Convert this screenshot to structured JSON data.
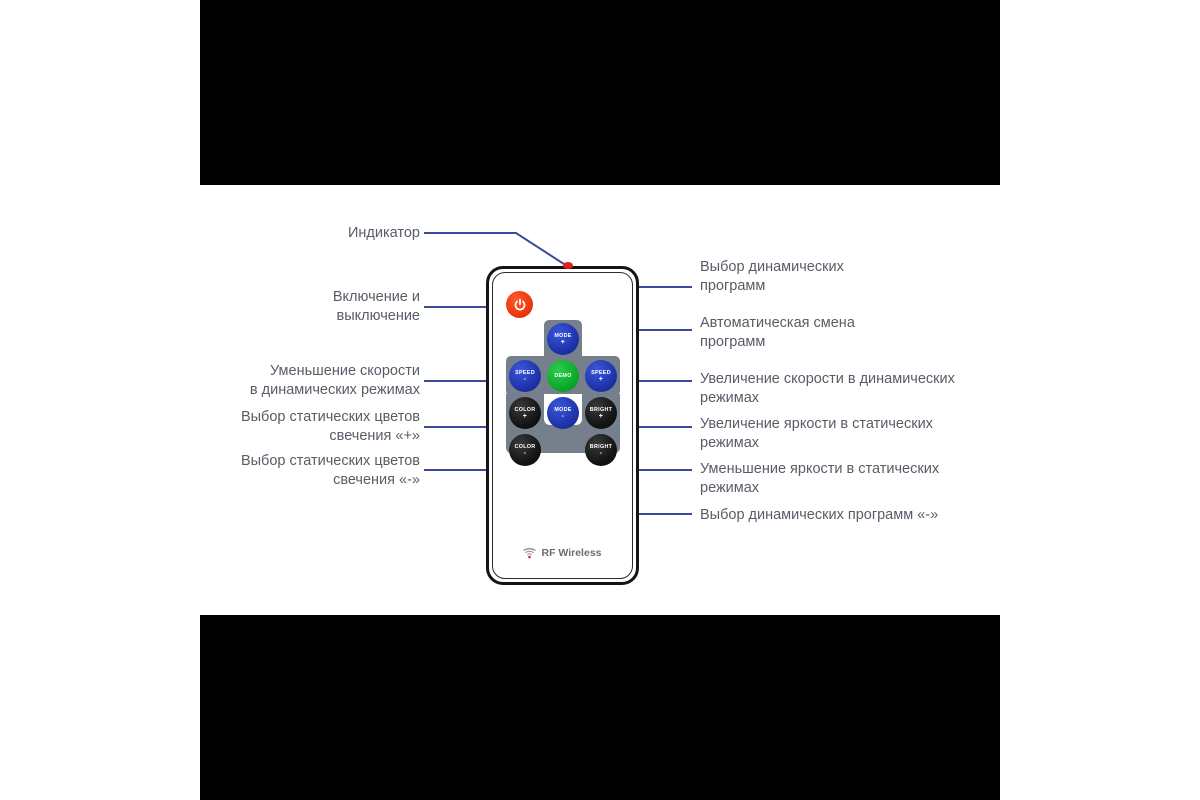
{
  "image": {
    "subject": "RF Wireless LED controller remote — annotated diagram",
    "canvas_bg": "#ffffff",
    "letterbox_color": "#000000",
    "leader_line_color": "#3c4a9e",
    "annotation_text_color": "#575d66"
  },
  "remote": {
    "body_color": "#ffffff",
    "outline_color": "#141414",
    "keypad_color": "#76808c",
    "led": {
      "name": "indicator-led",
      "color": "#e02020"
    },
    "power_button": {
      "label": "power",
      "color": "#ee3b10"
    },
    "footer": {
      "text": "RF Wireless",
      "icon": "wifi-icon"
    },
    "keys": [
      {
        "id": "mode-plus",
        "label": "MODE",
        "sign": "+",
        "color": "blue"
      },
      {
        "id": "speed-minus",
        "label": "SPEED",
        "sign": "-",
        "color": "blue"
      },
      {
        "id": "demo",
        "label": "DEMO",
        "sign": "",
        "color": "green"
      },
      {
        "id": "speed-plus",
        "label": "SPEED",
        "sign": "+",
        "color": "blue"
      },
      {
        "id": "color-plus",
        "label": "COLOR",
        "sign": "+",
        "color": "black"
      },
      {
        "id": "mode-minus",
        "label": "MODE",
        "sign": "-",
        "color": "blue"
      },
      {
        "id": "bright-plus",
        "label": "BRIGHT",
        "sign": "+",
        "color": "black"
      },
      {
        "id": "color-minus",
        "label": "COLOR",
        "sign": "-",
        "color": "black"
      },
      {
        "id": "bright-minus",
        "label": "BRIGHT",
        "sign": "-",
        "color": "black"
      }
    ]
  },
  "annotations": {
    "left": [
      {
        "id": "indicator",
        "text": "Индикатор"
      },
      {
        "id": "power",
        "text": "Включение и\nвыключение"
      },
      {
        "id": "speed-down",
        "text": "Уменьшение скорости\nв динамических режимах"
      },
      {
        "id": "color-plus",
        "text": "Выбор статических цветов\nсвечения «+»"
      },
      {
        "id": "color-minus",
        "text": "Выбор статических цветов\nсвечения «-»"
      }
    ],
    "right": [
      {
        "id": "mode-plus",
        "text": "Выбор динамических\nпрограмм"
      },
      {
        "id": "demo",
        "text": "Автоматическая смена\nпрограмм"
      },
      {
        "id": "speed-up",
        "text": "Увеличение скорости в динамических\nрежимах"
      },
      {
        "id": "bright-up",
        "text": "Увеличение яркости в статических\nрежимах"
      },
      {
        "id": "bright-down",
        "text": "Уменьшение яркости в статических\nрежимах"
      },
      {
        "id": "mode-minus",
        "text": "Выбор динамических программ «-»"
      }
    ]
  }
}
